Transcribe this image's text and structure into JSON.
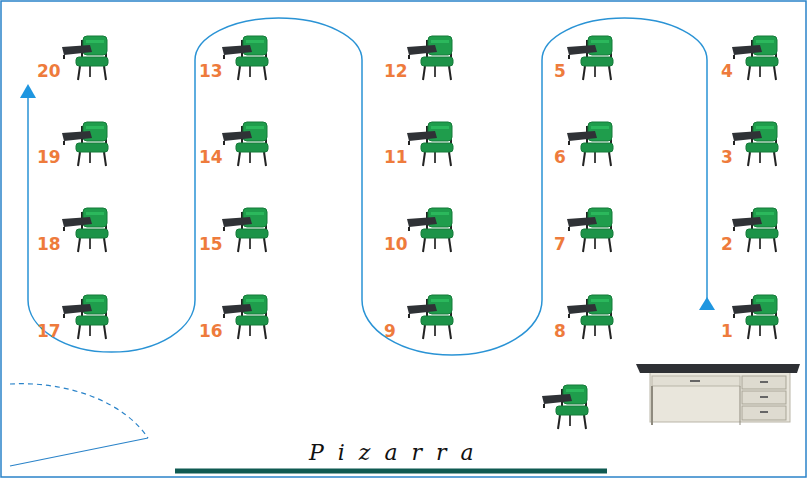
{
  "diagram": {
    "labels": [
      "20",
      "13",
      "12",
      "5",
      "4",
      "19",
      "14",
      "11",
      "6",
      "3",
      "18",
      "15",
      "10",
      "7",
      "2",
      "17",
      "16",
      "9",
      "8",
      "1",
      "Pizarra"
    ]
  }
}
